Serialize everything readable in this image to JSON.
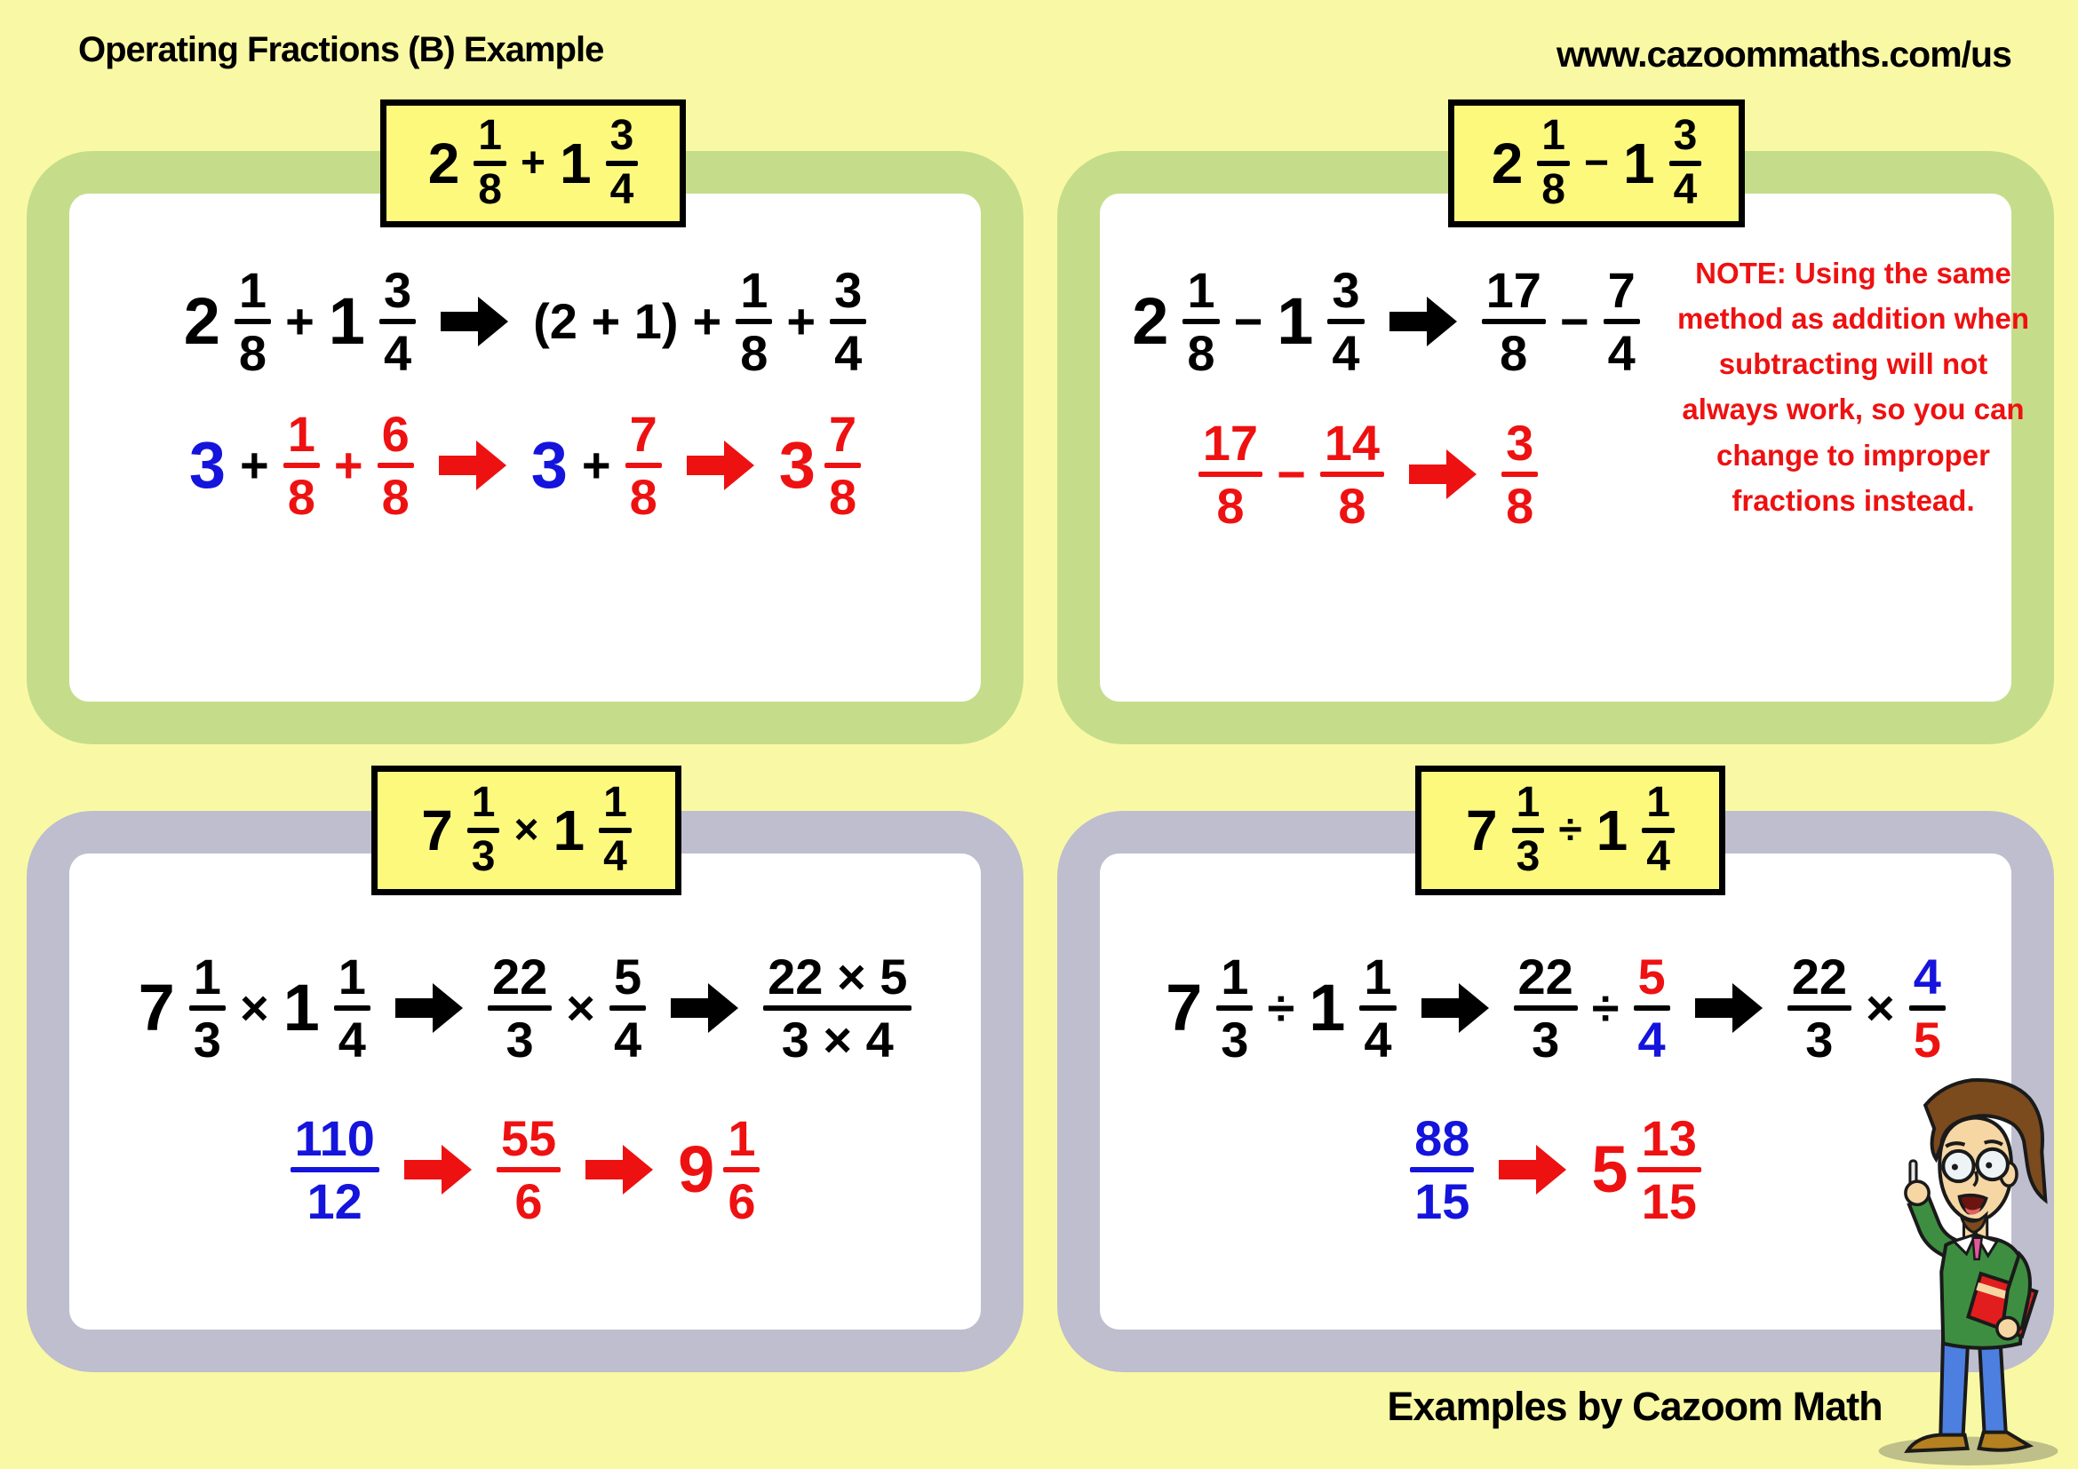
{
  "header": {
    "title": "Operating Fractions (B) Example",
    "url": "www.cazoommaths.com/us"
  },
  "footer": {
    "credit": "Examples by Cazoom Math"
  },
  "colors": {
    "page_bg": "#F9F9A5",
    "panel_bg": "#FFFFFF",
    "green_border": "#C5DD8A",
    "gray_border": "#BEBECE",
    "title_box_bg": "#FCF97D",
    "black": "#000000",
    "red": "#EE1111",
    "blue": "#1414DC"
  },
  "panels": [
    {
      "id": "addition",
      "border": "green",
      "title_tokens": [
        {
          "t": "n",
          "v": "2"
        },
        {
          "t": "f",
          "n": "1",
          "d": "8"
        },
        {
          "t": "o",
          "v": "+"
        },
        {
          "t": "n",
          "v": "1"
        },
        {
          "t": "f",
          "n": "3",
          "d": "4"
        }
      ],
      "rows": [
        [
          {
            "t": "n",
            "v": "2"
          },
          {
            "t": "f",
            "n": "1",
            "d": "8"
          },
          {
            "t": "o",
            "v": "+"
          },
          {
            "t": "n",
            "v": "1"
          },
          {
            "t": "f",
            "n": "3",
            "d": "4"
          },
          {
            "t": "a",
            "c": "k"
          },
          {
            "t": "o",
            "v": "(2 + 1)"
          },
          {
            "t": "o",
            "v": "+"
          },
          {
            "t": "f",
            "n": "1",
            "d": "8"
          },
          {
            "t": "o",
            "v": "+"
          },
          {
            "t": "f",
            "n": "3",
            "d": "4"
          }
        ],
        [
          {
            "t": "n",
            "v": "3",
            "c": "b"
          },
          {
            "t": "o",
            "v": "+"
          },
          {
            "t": "f",
            "n": "1",
            "d": "8",
            "c": "r"
          },
          {
            "t": "o",
            "v": "+",
            "c": "r"
          },
          {
            "t": "f",
            "n": "6",
            "d": "8",
            "c": "r"
          },
          {
            "t": "a",
            "c": "r"
          },
          {
            "t": "n",
            "v": "3",
            "c": "b"
          },
          {
            "t": "o",
            "v": "+"
          },
          {
            "t": "f",
            "n": "7",
            "d": "8",
            "c": "r"
          },
          {
            "t": "a",
            "c": "r"
          },
          {
            "t": "m",
            "v": "3",
            "n": "7",
            "d": "8",
            "c": "r"
          }
        ]
      ]
    },
    {
      "id": "subtraction",
      "border": "green",
      "title_tokens": [
        {
          "t": "n",
          "v": "2"
        },
        {
          "t": "f",
          "n": "1",
          "d": "8"
        },
        {
          "t": "o",
          "v": "−"
        },
        {
          "t": "n",
          "v": "1"
        },
        {
          "t": "f",
          "n": "3",
          "d": "4"
        }
      ],
      "rows": [
        [
          {
            "t": "n",
            "v": "2"
          },
          {
            "t": "f",
            "n": "1",
            "d": "8"
          },
          {
            "t": "o",
            "v": "−"
          },
          {
            "t": "n",
            "v": "1"
          },
          {
            "t": "f",
            "n": "3",
            "d": "4"
          },
          {
            "t": "a",
            "c": "k"
          },
          {
            "t": "f",
            "n": "17",
            "d": "8"
          },
          {
            "t": "o",
            "v": "−"
          },
          {
            "t": "f",
            "n": "7",
            "d": "4"
          }
        ],
        [
          {
            "t": "f",
            "n": "17",
            "d": "8",
            "c": "r"
          },
          {
            "t": "o",
            "v": "−",
            "c": "r"
          },
          {
            "t": "f",
            "n": "14",
            "d": "8",
            "c": "r"
          },
          {
            "t": "a",
            "c": "r"
          },
          {
            "t": "f",
            "n": "3",
            "d": "8",
            "c": "r"
          }
        ]
      ],
      "note": "NOTE: Using the same method as addition when subtracting will not always work, so you can change to improper fractions instead."
    },
    {
      "id": "multiplication",
      "border": "gray",
      "title_tokens": [
        {
          "t": "n",
          "v": "7"
        },
        {
          "t": "f",
          "n": "1",
          "d": "3"
        },
        {
          "t": "o",
          "v": "×"
        },
        {
          "t": "n",
          "v": "1"
        },
        {
          "t": "f",
          "n": "1",
          "d": "4"
        }
      ],
      "rows": [
        [
          {
            "t": "n",
            "v": "7"
          },
          {
            "t": "f",
            "n": "1",
            "d": "3"
          },
          {
            "t": "o",
            "v": "×"
          },
          {
            "t": "n",
            "v": "1"
          },
          {
            "t": "f",
            "n": "1",
            "d": "4"
          },
          {
            "t": "a",
            "c": "k"
          },
          {
            "t": "f",
            "n": "22",
            "d": "3"
          },
          {
            "t": "o",
            "v": "×"
          },
          {
            "t": "f",
            "n": "5",
            "d": "4"
          },
          {
            "t": "a",
            "c": "k"
          },
          {
            "t": "f",
            "n": "22 × 5",
            "d": "3 × 4"
          }
        ],
        [
          {
            "t": "f",
            "n": "110",
            "d": "12",
            "c": "b"
          },
          {
            "t": "a",
            "c": "r"
          },
          {
            "t": "f",
            "n": "55",
            "d": "6",
            "c": "r"
          },
          {
            "t": "a",
            "c": "r"
          },
          {
            "t": "m",
            "v": "9",
            "n": "1",
            "d": "6",
            "c": "r"
          }
        ]
      ]
    },
    {
      "id": "division",
      "border": "gray",
      "title_tokens": [
        {
          "t": "n",
          "v": "7"
        },
        {
          "t": "f",
          "n": "1",
          "d": "3"
        },
        {
          "t": "o",
          "v": "÷"
        },
        {
          "t": "n",
          "v": "1"
        },
        {
          "t": "f",
          "n": "1",
          "d": "4"
        }
      ],
      "rows": [
        [
          {
            "t": "n",
            "v": "7"
          },
          {
            "t": "f",
            "n": "1",
            "d": "3"
          },
          {
            "t": "o",
            "v": "÷"
          },
          {
            "t": "n",
            "v": "1"
          },
          {
            "t": "f",
            "n": "1",
            "d": "4"
          },
          {
            "t": "a",
            "c": "k"
          },
          {
            "t": "f",
            "n": "22",
            "d": "3"
          },
          {
            "t": "o",
            "v": "÷"
          },
          {
            "t": "f",
            "n": "5",
            "d": "4",
            "nc": "r",
            "dc": "b",
            "bc": "k"
          },
          {
            "t": "a",
            "c": "k"
          },
          {
            "t": "f",
            "n": "22",
            "d": "3"
          },
          {
            "t": "o",
            "v": "×"
          },
          {
            "t": "f",
            "n": "4",
            "d": "5",
            "nc": "b",
            "dc": "r",
            "bc": "k"
          }
        ],
        [
          {
            "t": "f",
            "n": "88",
            "d": "15",
            "c": "b"
          },
          {
            "t": "a",
            "c": "r"
          },
          {
            "t": "m",
            "v": "5",
            "n": "13",
            "d": "15",
            "c": "r"
          }
        ]
      ]
    }
  ]
}
